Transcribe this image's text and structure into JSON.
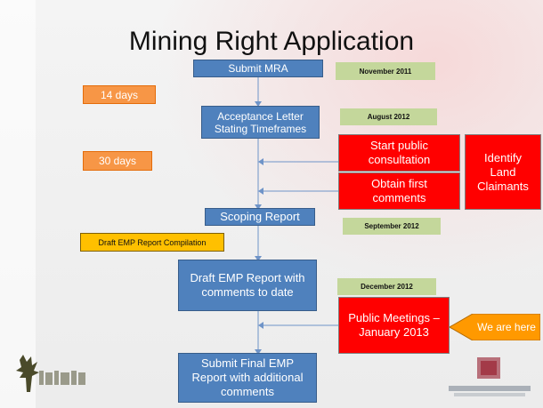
{
  "title": "Mining Right Application",
  "steps": {
    "submit_mra": "Submit MRA",
    "acceptance": "Acceptance Letter Stating Timeframes",
    "scoping": "Scoping Report",
    "draft_emp": "Draft EMP Report with comments to date",
    "final_emp": "Submit Final EMP Report with additional comments"
  },
  "dates": {
    "d1": "November 2011",
    "d2": "August 2012",
    "d3": "September 2012",
    "d4": "December 2012"
  },
  "durations": {
    "days14": "14 days",
    "days30": "30 days"
  },
  "compilation": "Draft EMP Report Compilation",
  "actions": {
    "public_consultation": "Start public consultation",
    "first_comments": "Obtain first comments",
    "land_claimants": "Identify Land Claimants",
    "public_meetings": "Public Meetings – January 2013"
  },
  "callout": "We are here",
  "colors": {
    "blue": "#4f81bd",
    "red": "#ff0000",
    "orange": "#f79646",
    "green": "#c4d79b",
    "yellow": "#ffc000"
  }
}
